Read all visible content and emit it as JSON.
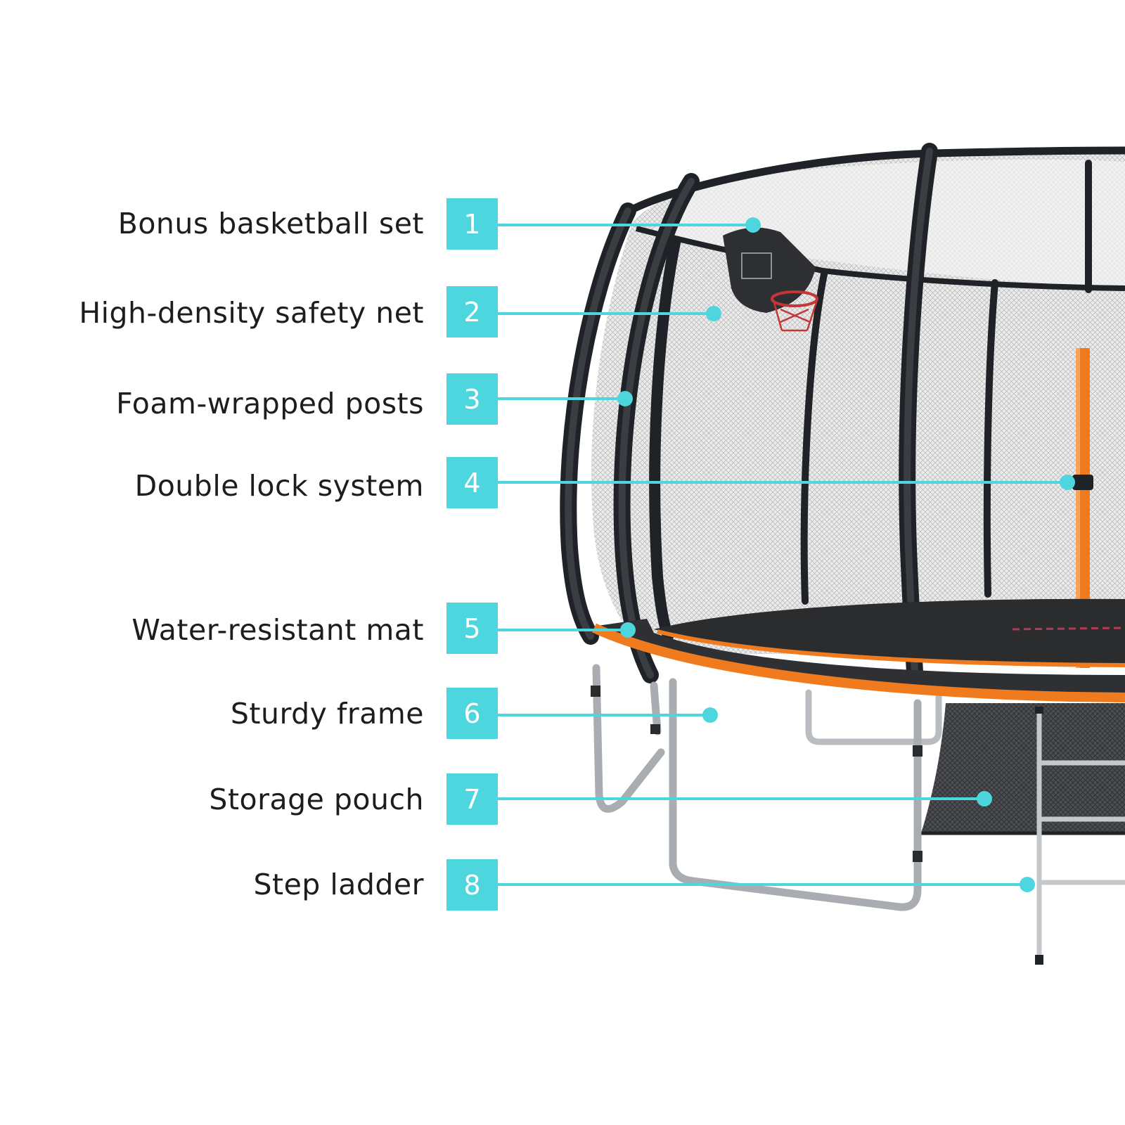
{
  "colors": {
    "accent": "#4ed6df",
    "frame_orange": "#f07b1f",
    "net_dark": "#1f2226",
    "leg_steel": "#a9adb1"
  },
  "callouts": [
    {
      "number": "1",
      "label": "Bonus basketball set",
      "icon": "basketball-hoop-icon"
    },
    {
      "number": "2",
      "label": "High-density safety net",
      "icon": "safety-net-icon"
    },
    {
      "number": "3",
      "label": "Foam-wrapped posts",
      "icon": "foam-post-icon"
    },
    {
      "number": "4",
      "label": "Double lock system",
      "icon": "lock-icon"
    },
    {
      "number": "5",
      "label": "Water-resistant mat",
      "icon": "mat-icon"
    },
    {
      "number": "6",
      "label": "Sturdy frame",
      "icon": "frame-icon"
    },
    {
      "number": "7",
      "label": "Storage pouch",
      "icon": "pouch-icon"
    },
    {
      "number": "8",
      "label": "Step ladder",
      "icon": "ladder-icon"
    }
  ]
}
